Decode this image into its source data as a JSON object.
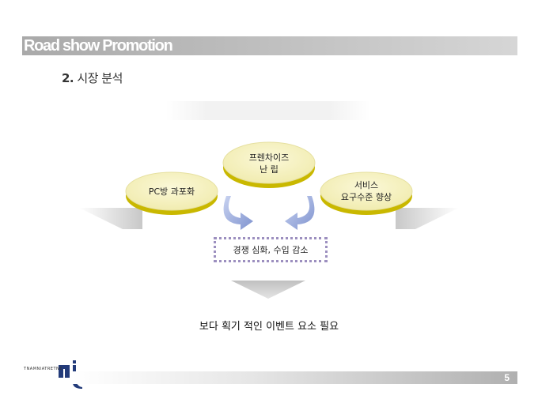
{
  "header": {
    "title": "Road show Promotion"
  },
  "section": {
    "number": "2.",
    "title": "시장 분석"
  },
  "nodes": {
    "left": {
      "line1": "PC방 과포화"
    },
    "center": {
      "line1": "프렌차이즈",
      "line2": "난  립"
    },
    "right": {
      "line1": "서비스",
      "line2": "요구수준 향상"
    }
  },
  "result": {
    "label": "경쟁 심화, 수입 감소"
  },
  "conclusion": {
    "text": "보다 획기 적인 이벤트 요소 필요"
  },
  "footer": {
    "page_number": "5",
    "logo_text": "TNAMNIATRETNE"
  },
  "colors": {
    "oval_fill": "#f5f1bf",
    "oval_rim": "#c9b800",
    "arrow": "#8ea0d6",
    "box_border": "#9c8fbf",
    "header_bar": "#b0b0b0",
    "logo_blue": "#233b7a"
  }
}
